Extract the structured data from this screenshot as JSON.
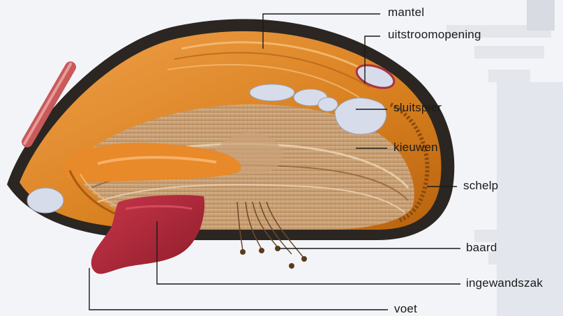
{
  "labels": {
    "mantel": "mantel",
    "uitstroomopening": "uitstroomopening",
    "sluitspier": "sluitspier",
    "kieuwen": "kieuwen",
    "schelp": "schelp",
    "baard": "baard",
    "ingewandszak": "ingewandszak",
    "voet": "voet"
  },
  "colors": {
    "shell": "#2b2622",
    "mantle": "#d4791f",
    "gills": "#c79a6b",
    "foot": "#b4283a",
    "muscle": "#d7dcea",
    "byssus": "#6b4a2a"
  }
}
